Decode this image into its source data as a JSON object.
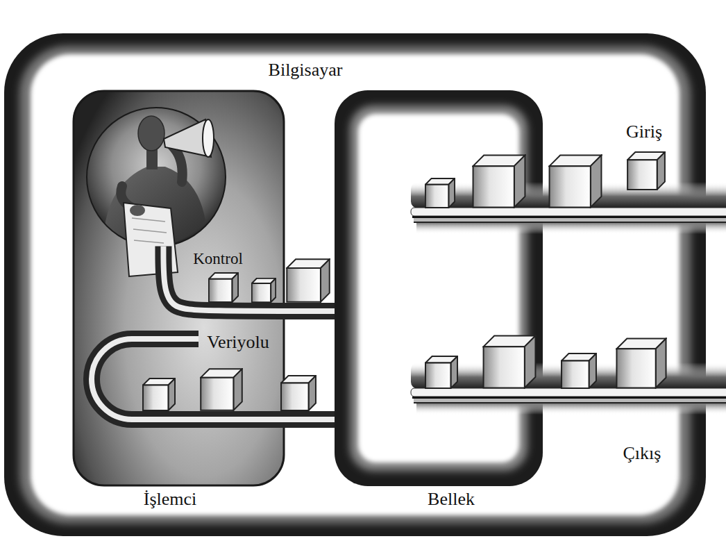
{
  "diagram": {
    "nodes": [
      {
        "text": [
          "Bilgisayar"
        ]
      },
      {
        "text": [
          "İşlemci"
        ],
        "in": 0
      },
      {
        "text": [
          "Kontrol"
        ],
        "in": 1
      },
      {
        "text": [
          "Bellek"
        ],
        "in": 0
      }
    ],
    "edges": [
      {
        "from": 2,
        "to": 3,
        "arrow": "none"
      },
      {
        "from": 1,
        "to": 3,
        "arrow": "none"
      }
    ],
    "labels": [
      "Giriş",
      "Veriyolu",
      "Çıkış"
    ]
  }
}
